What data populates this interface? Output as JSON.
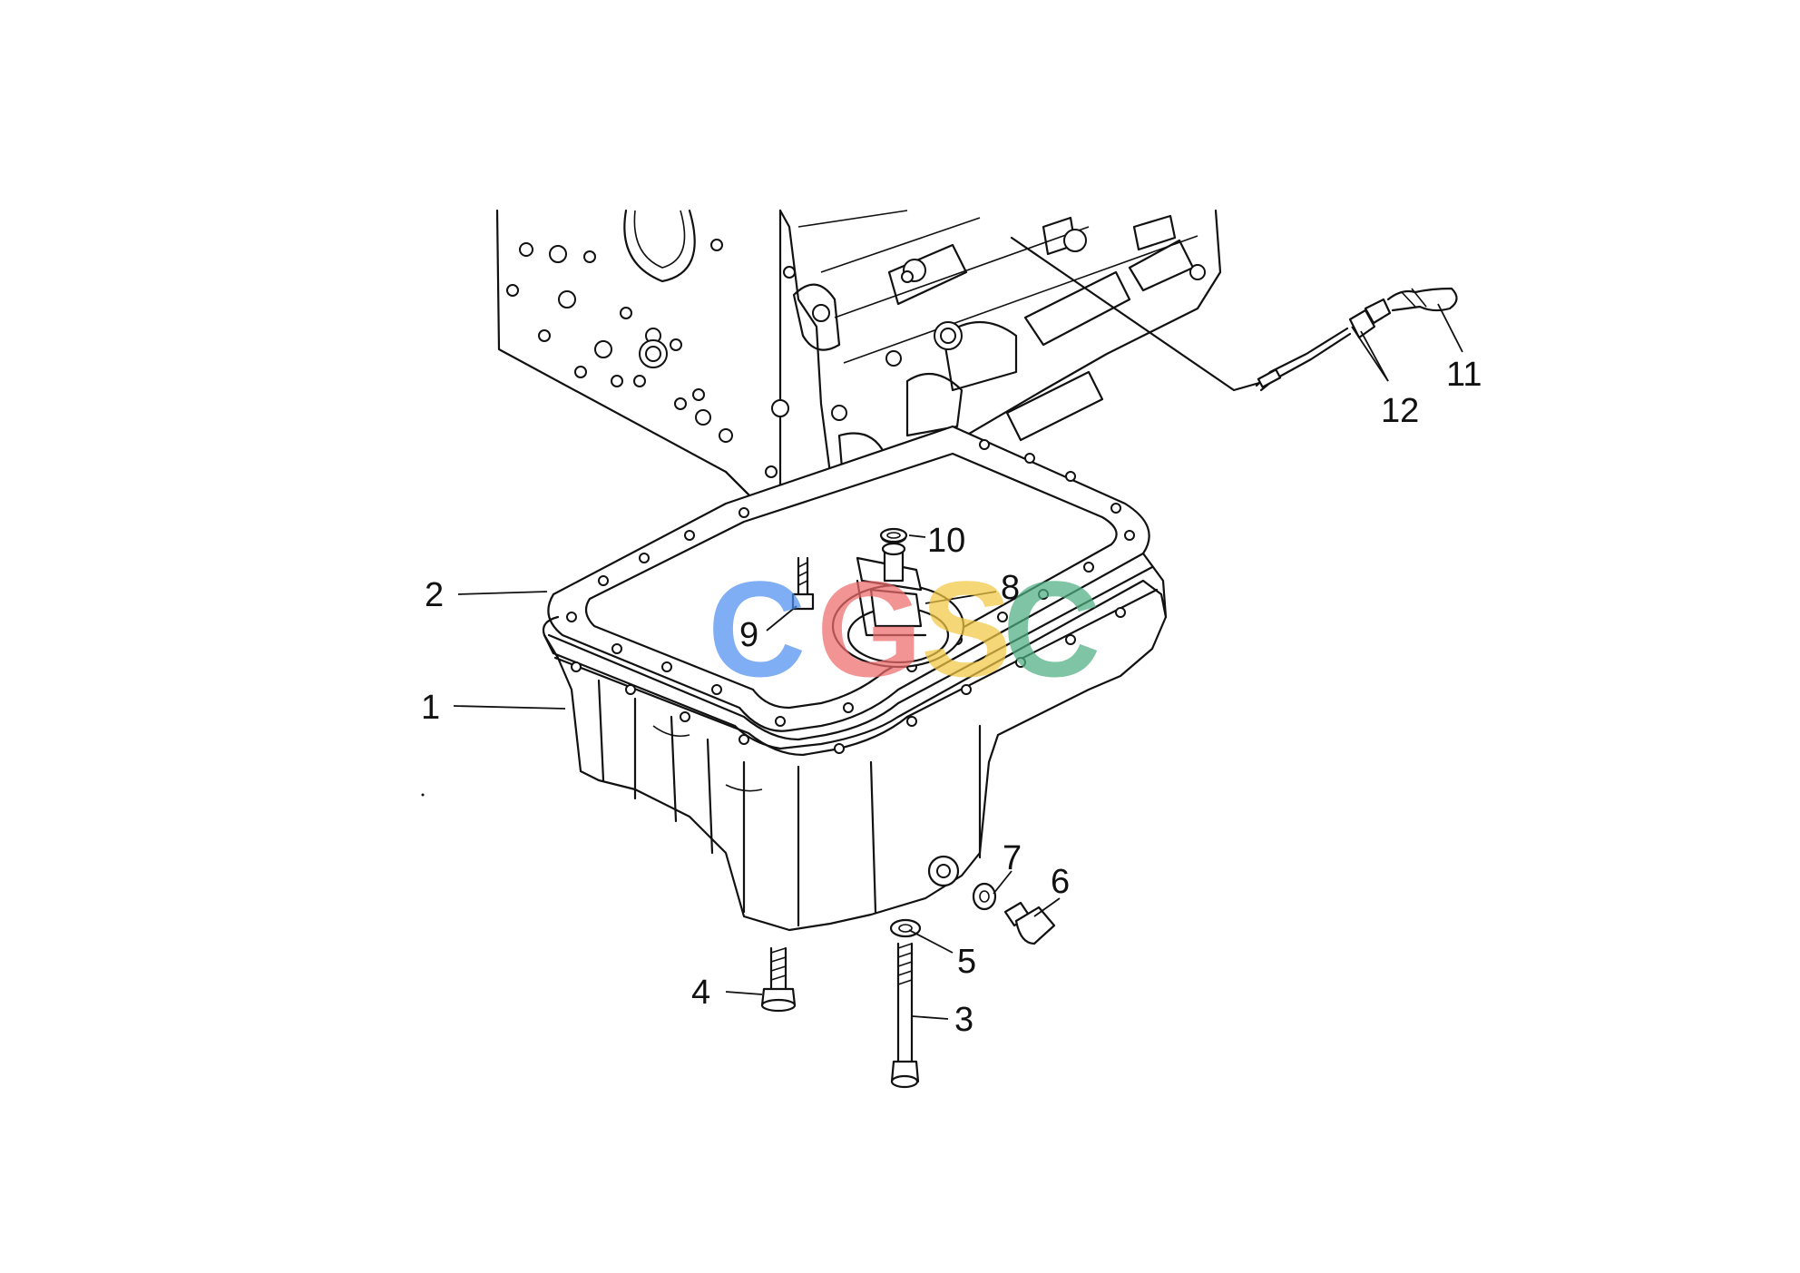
{
  "diagram": {
    "callouts": [
      {
        "id": "c1",
        "label": "1"
      },
      {
        "id": "c2",
        "label": "2"
      },
      {
        "id": "c3",
        "label": "3"
      },
      {
        "id": "c4",
        "label": "4"
      },
      {
        "id": "c5",
        "label": "5"
      },
      {
        "id": "c6",
        "label": "6"
      },
      {
        "id": "c7",
        "label": "7"
      },
      {
        "id": "c8",
        "label": "8"
      },
      {
        "id": "c9",
        "label": "9"
      },
      {
        "id": "c10",
        "label": "10"
      },
      {
        "id": "c11",
        "label": "11"
      },
      {
        "id": "c12",
        "label": "12"
      }
    ]
  },
  "watermark": {
    "letters": [
      "C",
      "G",
      "S",
      "C"
    ],
    "colors": [
      "#4f8ff2",
      "#ef6c6c",
      "#f3c845",
      "#4fb083"
    ]
  }
}
